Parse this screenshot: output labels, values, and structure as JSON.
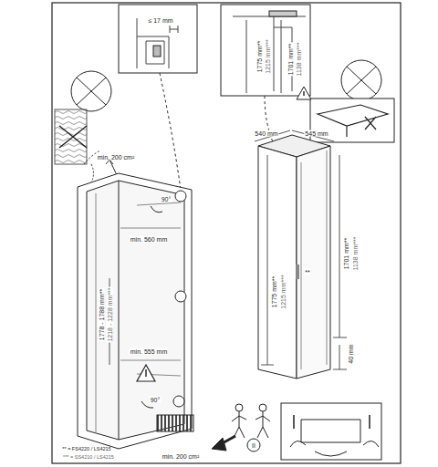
{
  "diagram": {
    "labels": [
      "≤ 17 mm",
      "1775 mm**",
      "1215 mm***",
      "1701 mm**",
      "1138 mm***",
      "min. 200 cm²",
      "90°",
      "min. 560 mm",
      "1778 - 1788 mm**",
      "1218 - 1228 mm***",
      "min. 555 mm",
      "90°",
      "min. 200 cm²",
      "540 mm",
      "545 mm",
      "1775 mm**",
      "1215 mm***",
      "1701 mm**",
      "1138 mm***",
      "40 mm",
      "**",
      "II",
      "** = FS4220 / LS4215",
      "*** = SS4210 / LS4215"
    ]
  }
}
